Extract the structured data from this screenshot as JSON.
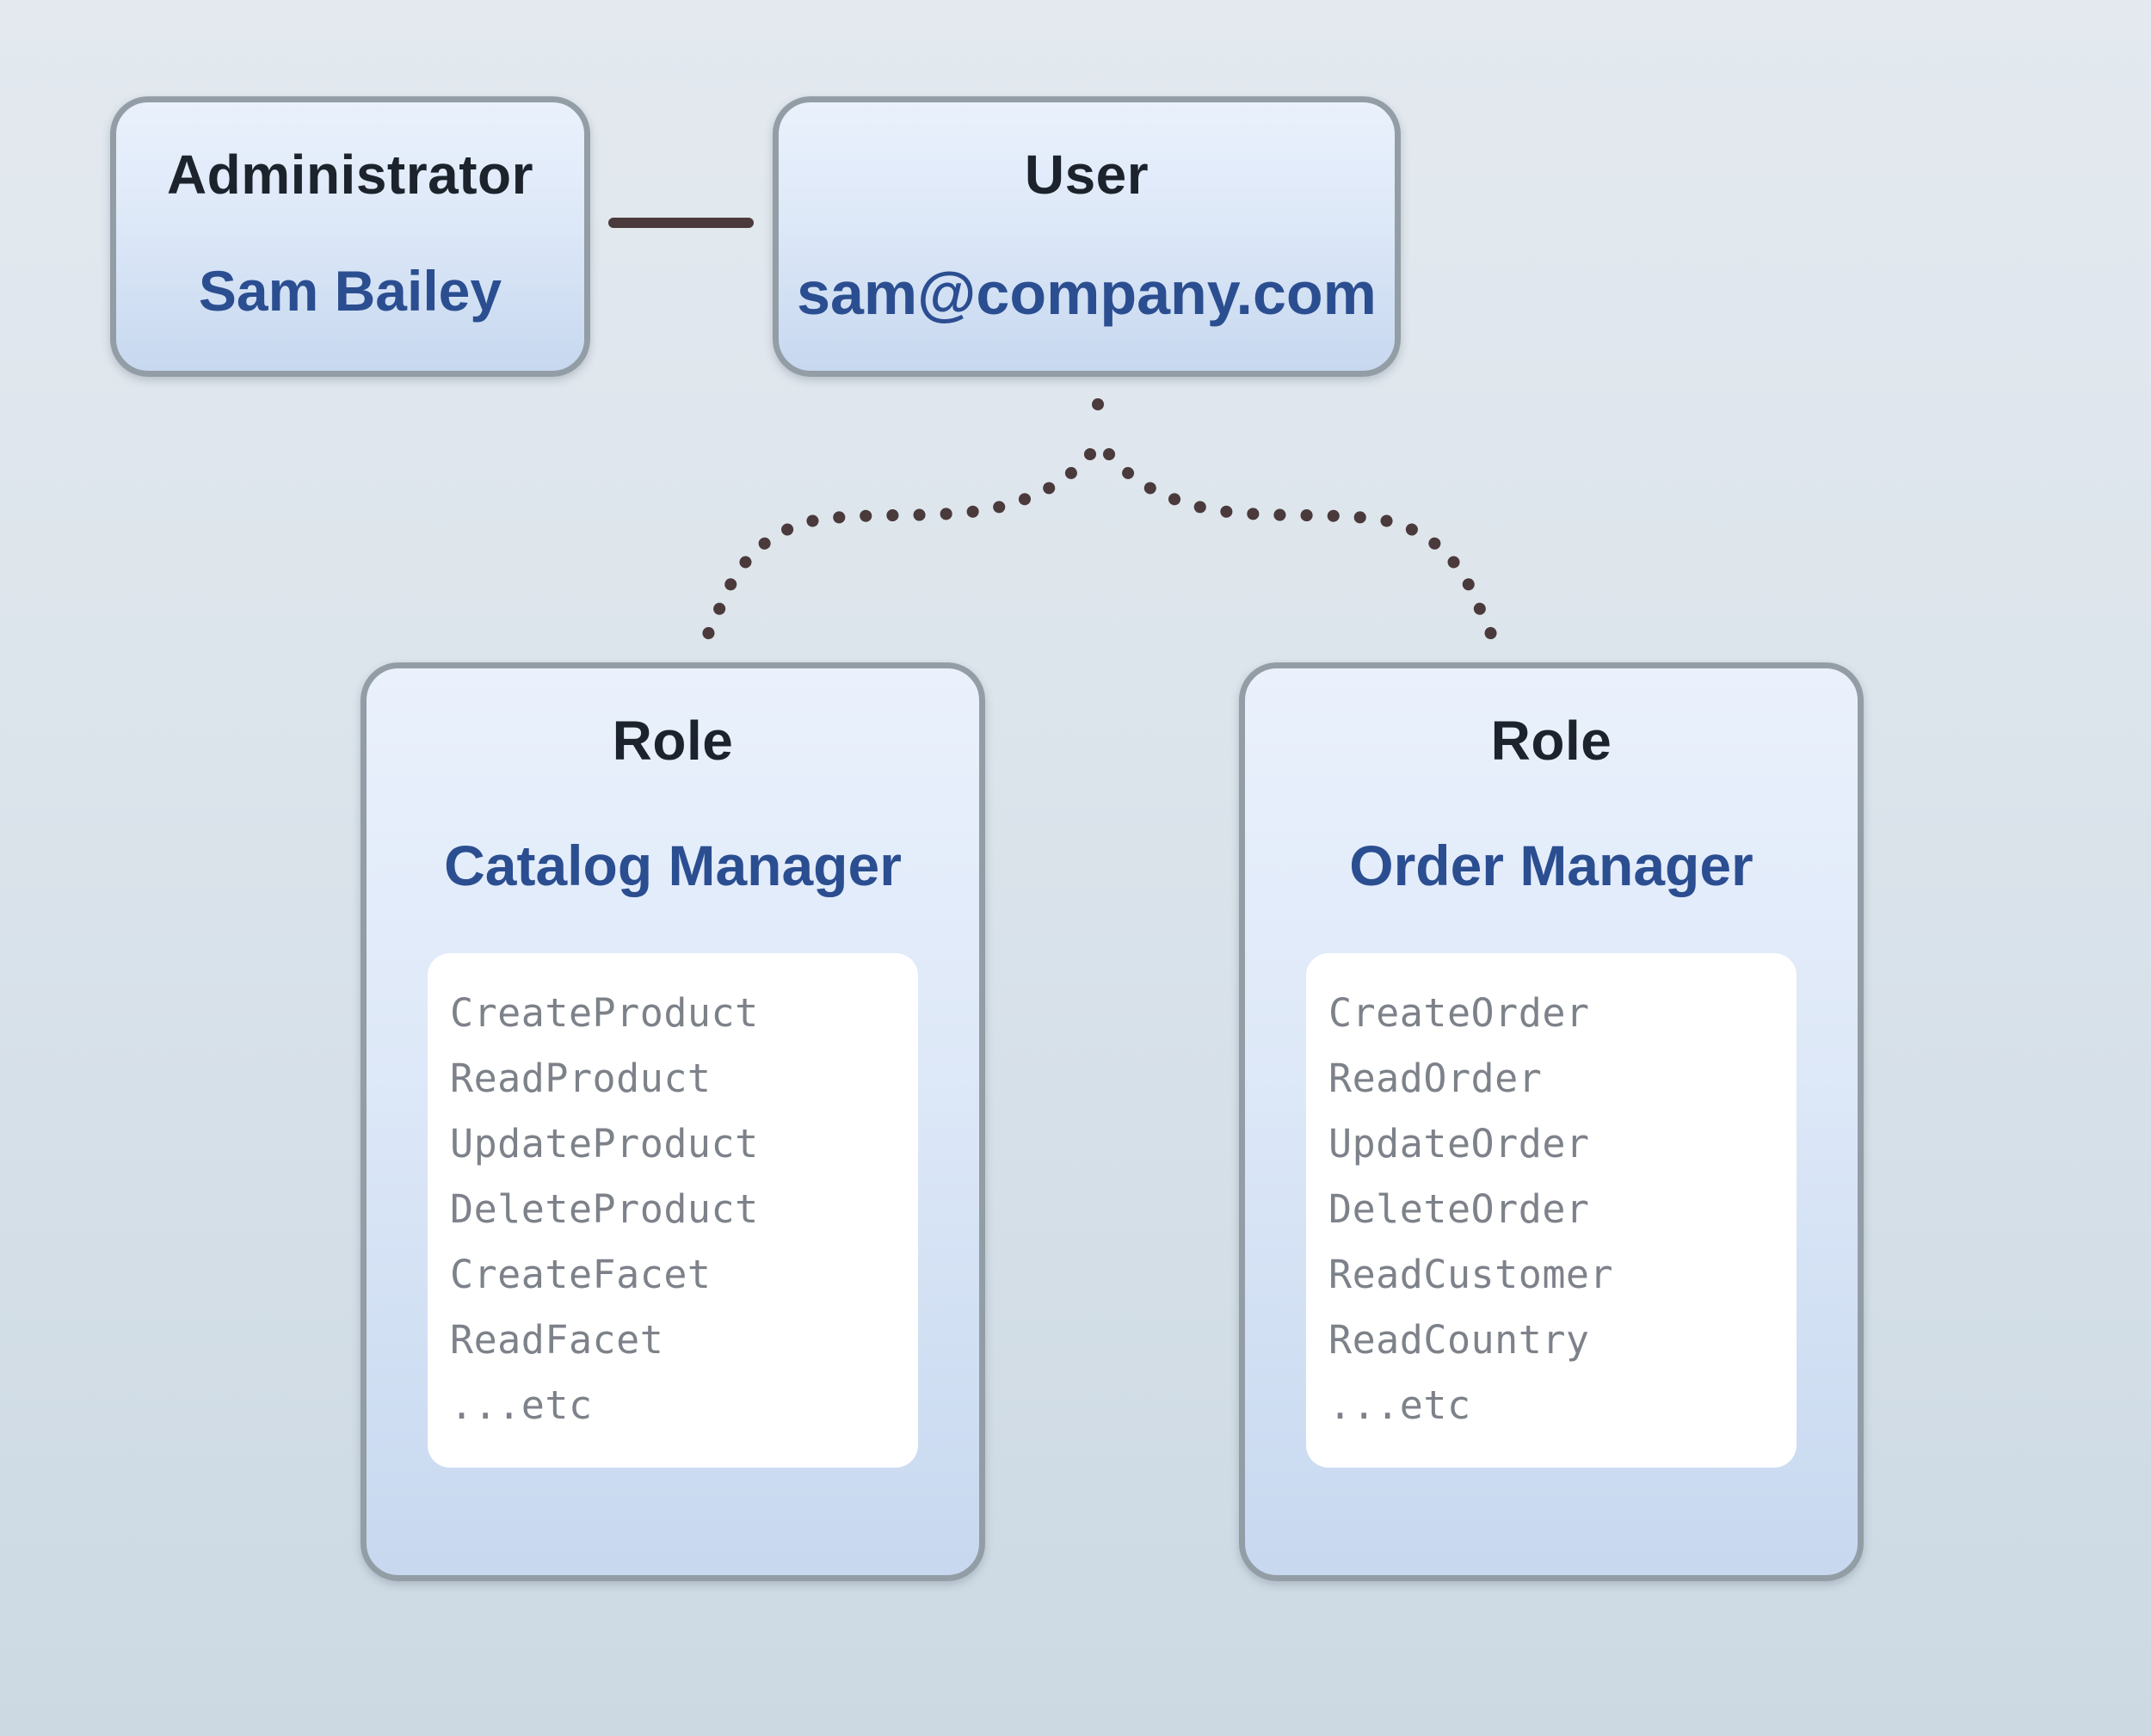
{
  "palette": {
    "background_top": "#e3e9ef",
    "background_bottom": "#ccd9e3",
    "box_border": "#939da6",
    "box_fill_top": "#eaf1fc",
    "box_fill_bottom": "#c7d8ef",
    "title_color": "#1c232c",
    "name_color": "#2b4e91",
    "permission_color": "#7d828a",
    "connector_color": "#4b3a3b",
    "list_bg": "#ffffff"
  },
  "admin_node": {
    "title": "Administrator",
    "name": "Sam Bailey"
  },
  "user_node": {
    "title": "User",
    "email": "sam@company.com"
  },
  "roles": [
    {
      "title": "Role",
      "name": "Catalog Manager",
      "permissions": [
        "CreateProduct",
        "ReadProduct",
        "UpdateProduct",
        "DeleteProduct",
        "CreateFacet",
        "ReadFacet",
        "...etc"
      ]
    },
    {
      "title": "Role",
      "name": "Order Manager",
      "permissions": [
        "CreateOrder",
        "ReadOrder",
        "UpdateOrder",
        "DeleteOrder",
        "ReadCustomer",
        "ReadCountry",
        "...etc"
      ]
    }
  ],
  "connectors": {
    "admin_user_link": "solid-line",
    "user_role_links": "dotted-fork"
  }
}
